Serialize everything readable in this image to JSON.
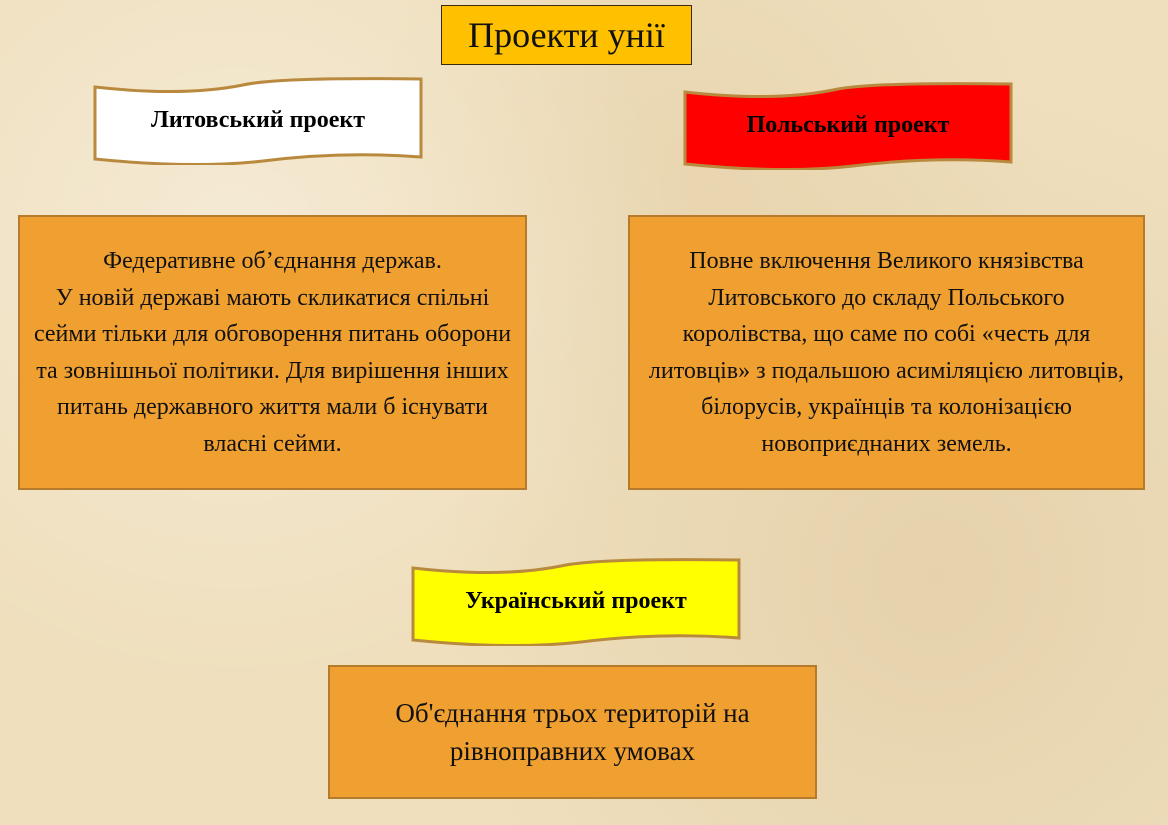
{
  "title": "Проекти унії",
  "projects": [
    {
      "label": "Литовський проект",
      "color": "#ffffff",
      "text": "Федеративне об’єднання держав.\nУ новій державі мають скликатися спільні сейми тільки для обговорення питань оборони та зовнішньої політики. Для вирішення інших питань державного життя мали б існувати власні сейми."
    },
    {
      "label": "Польський проект",
      "color": "#ff0000",
      "text": "Повне включення Великого князівства Литовського до складу Польського королівства, що саме по собі «честь для литовців» з подальшою асиміляцією литовців, білорусів, українців та колонізацією новоприєднаних земель."
    },
    {
      "label": "Український проект",
      "color": "#ffff00",
      "text": "Об'єднання трьох територій на рівноправних умовах"
    }
  ]
}
